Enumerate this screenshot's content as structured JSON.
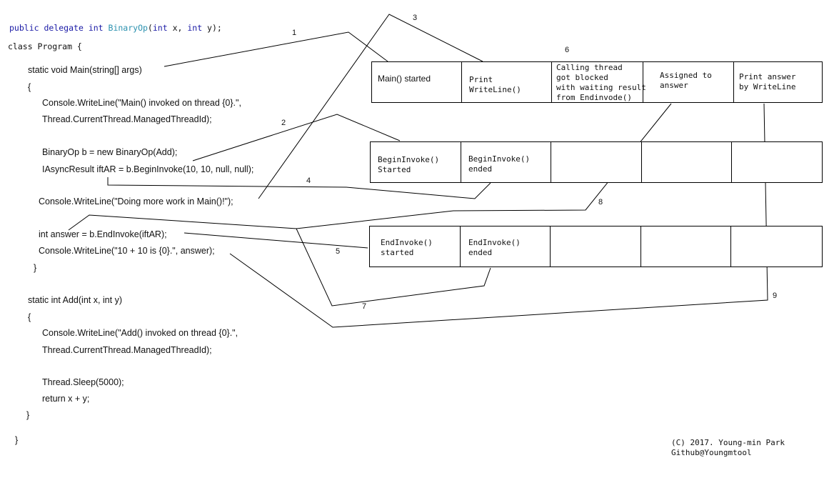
{
  "code": {
    "delegate_line": {
      "kw_public": "public",
      "kw_delegate": "delegate",
      "kw_int": "int",
      "type_name": "BinaryOp",
      "paren_open": "(",
      "kw_int_x": "int",
      "x_sep": " x, ",
      "kw_int_y": "int",
      "y_end": " y);"
    },
    "class_line": "class Program {",
    "main_sig": "static void Main(string[] args)",
    "main_open": "{",
    "wl1": "Console.WriteLine(\"Main() invoked on thread {0}.\",",
    "wl1b": "Thread.CurrentThread.ManagedThreadId);",
    "binop": "BinaryOp b = new BinaryOp(Add);",
    "begin": "IAsyncResult iftAR = b.BeginInvoke(10, 10, null, null);",
    "more": "Console.WriteLine(\"Doing more work in Main()!\");",
    "answer": "int answer = b.EndInvoke(iftAR);",
    "print": "Console.WriteLine(\"10 + 10 is {0}.\", answer);",
    "main_close": "}",
    "add_sig": "static int Add(int x, int y)",
    "add_open": "{",
    "wl2": "Console.WriteLine(\"Add() invoked on thread {0}.\",",
    "wl2b": "Thread.CurrentThread.ManagedThreadId);",
    "sleep": "Thread.Sleep(5000);",
    "ret": "return x + y;",
    "add_close": "}",
    "class_close": "}"
  },
  "step_numbers": [
    "1",
    "2",
    "3",
    "4",
    "5",
    "6",
    "7",
    "8",
    "9"
  ],
  "timeline": {
    "row1": [
      "Main() started",
      "Print\nWriteLine()",
      "Calling thread\ngot blocked\nwith waiting result\nfrom Endinvode()",
      "Assigned to\nanswer",
      "Print answer\nby WriteLine"
    ],
    "row2": [
      "BeginInvoke()\nStarted",
      "BeginInvoke()\nended",
      "",
      "",
      ""
    ],
    "row3": [
      "EndInvoke()\nstarted",
      "EndInvoke()\nended",
      "",
      "",
      ""
    ]
  },
  "credit": {
    "line1": "(C) 2017. Young-min Park",
    "line2": "Github@Youngmtool"
  },
  "colors": {
    "keyword": "#1a1aa6",
    "type": "#2b91af",
    "ink": "#111111"
  }
}
